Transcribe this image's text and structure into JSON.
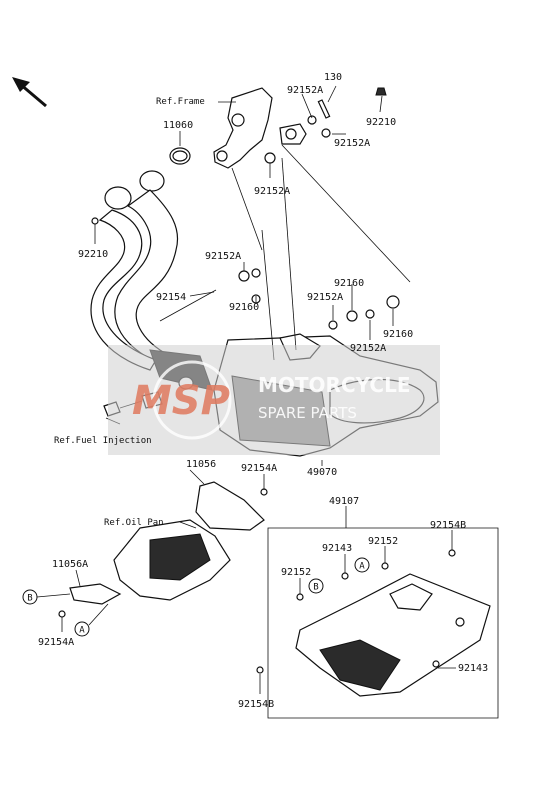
{
  "labels": {
    "p130": "130",
    "p92152A_a": "92152A",
    "p92210_top": "92210",
    "p92152A_b": "92152A",
    "p11060": "11060",
    "p92152A_c": "92152A",
    "p92210_left": "92210",
    "p92152A_d": "92152A",
    "p92154": "92154",
    "p92160_a": "92160",
    "p92160_b": "92160",
    "p92152A_e": "92152A",
    "p92152A_f": "92152A",
    "p92160_c": "92160",
    "p49070": "49070",
    "p11056": "11056",
    "p92154A_a": "92154A",
    "p49107": "49107",
    "p92154B_a": "92154B",
    "p92143_a": "92143",
    "p92152_a": "92152",
    "p92152_b": "92152",
    "p11056A": "11056A",
    "p92154A_b": "92154A",
    "p92143_b": "92143",
    "p92154B_b": "92154B"
  },
  "references": {
    "frame": "Ref.Frame",
    "fuel_injection": "Ref.Fuel Injection",
    "oil_pan": "Ref.Oil Pan"
  },
  "callouts": {
    "a1": "A",
    "a2": "A",
    "b1": "B",
    "b2": "B"
  },
  "watermark": {
    "logo": "MSP",
    "line1": "MOTORCYCLE",
    "line2": "SPARE PARTS"
  },
  "colors": {
    "line": "#111111",
    "watermark_grey": "#cfcfcf",
    "logo_accent": "#e07a5f"
  },
  "icons": {
    "direction": "front-direction-arrow-icon"
  }
}
